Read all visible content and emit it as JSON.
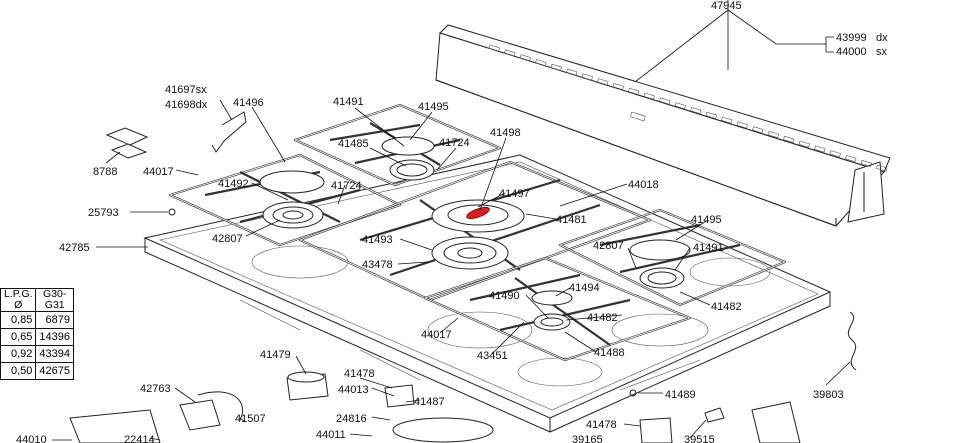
{
  "labels": {
    "l47945": "47945",
    "l43999": "43999",
    "l43999s": "dx",
    "l44000": "44000",
    "l44000s": "sx",
    "l41697": "41697sx",
    "l41698": "41698dx",
    "l41496": "41496",
    "l41491a": "41491",
    "l41495a": "41495",
    "l41485": "41485",
    "l41724a": "41724",
    "l41498": "41498",
    "l8788": "8788",
    "l44017a": "44017",
    "l41492": "41492",
    "l41724b": "41724",
    "l41497": "41497",
    "l44018": "44018",
    "l25793": "25793",
    "l41481": "41481",
    "l41495b": "41495",
    "l42807a": "42807",
    "l41493": "41493",
    "l42807b": "42807",
    "l41491b": "41491",
    "l42785": "42785",
    "l43478": "43478",
    "l41494": "41494",
    "l41490": "41490",
    "l41482a": "41482",
    "l41482b": "41482",
    "l44017b": "44017",
    "l43451": "43451",
    "l41488": "41488",
    "l41479": "41479",
    "l41478a": "41478",
    "l42763": "42763",
    "l44013": "44013",
    "l41487": "41487",
    "l39803": "39803",
    "l41489": "41489",
    "l41507": "41507",
    "l24816": "24816",
    "l44010": "44010",
    "l22414": "22414",
    "l44011": "44011",
    "l41478b": "41478",
    "l39165": "39165",
    "l39515": "39515"
  },
  "table": {
    "head": [
      "L.P.G.",
      "G30-G31"
    ],
    "symbol": "Ø",
    "rows": [
      [
        "0,85",
        "6879"
      ],
      [
        "0,65",
        "14396"
      ],
      [
        "0,92",
        "43394"
      ],
      [
        "0,50",
        "42675"
      ]
    ]
  }
}
